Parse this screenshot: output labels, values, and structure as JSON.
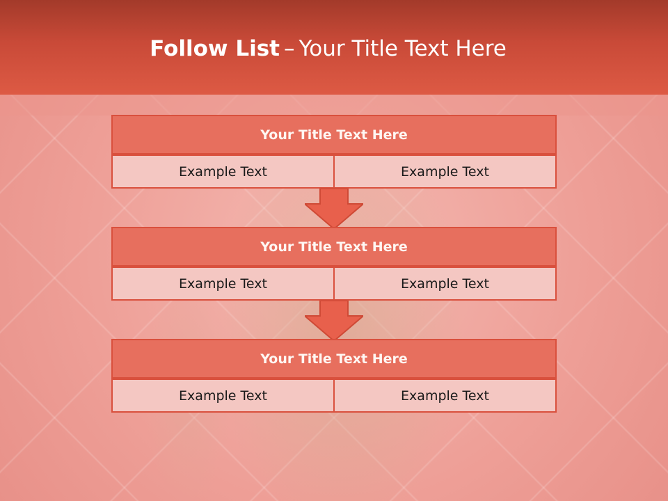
{
  "title": {
    "bold": "Follow List",
    "separator": "–",
    "rest": "Your Title Text Here"
  },
  "blocks": [
    {
      "title": "Your Title Text Here",
      "left": "Example Text",
      "right": "Example Text"
    },
    {
      "title": "Your Title Text Here",
      "left": "Example Text",
      "right": "Example Text"
    },
    {
      "title": "Your Title Text Here",
      "left": "Example Text",
      "right": "Example Text"
    }
  ],
  "colors": {
    "header": "#c94a38",
    "box_title_fill": "#e76f5e",
    "box_border": "#d9503d",
    "cell_fill": "#f4c7c2",
    "arrow_fill": "#e8604c"
  }
}
